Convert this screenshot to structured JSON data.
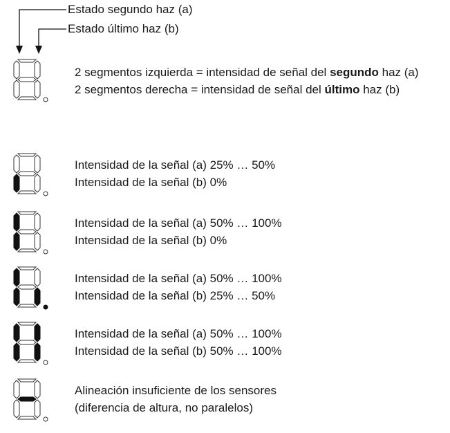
{
  "callouts": {
    "second_beam": "Estado segundo haz (a)",
    "last_beam": "Estado último haz (b)"
  },
  "intro": {
    "line1_pre": "2 segmentos izquierda = intensidad de señal del ",
    "line1_bold": "segundo",
    "line1_post": " haz (a)",
    "line2_pre": "2 segmentos derecha = intensidad de señal del ",
    "line2_bold": "último",
    "line2_post": " haz (b)"
  },
  "rows": [
    {
      "line1": "Intensidad de la señal (a) 25% … 50%",
      "line2": "Intensidad de la señal (b) 0%",
      "segments_on": [
        "e"
      ],
      "dp_on": false
    },
    {
      "line1": "Intensidad de la señal (a) 50% … 100%",
      "line2": "Intensidad de la señal (b) 0%",
      "segments_on": [
        "e",
        "f"
      ],
      "dp_on": false
    },
    {
      "line1": "Intensidad de la señal (a) 50% … 100%",
      "line2": "Intensidad de la señal (b) 25% … 50%",
      "segments_on": [
        "e",
        "f",
        "c"
      ],
      "dp_on": true
    },
    {
      "line1": "Intensidad de la señal (a) 50% … 100%",
      "line2": "Intensidad de la señal (b) 50% … 100%",
      "segments_on": [
        "e",
        "f",
        "c",
        "b"
      ],
      "dp_on": false
    },
    {
      "line1": "Alineación insuficiente de los sensores",
      "line2": "(diferencia de altura, no paralelos)",
      "segments_on": [
        "g"
      ],
      "dp_on": false
    }
  ]
}
